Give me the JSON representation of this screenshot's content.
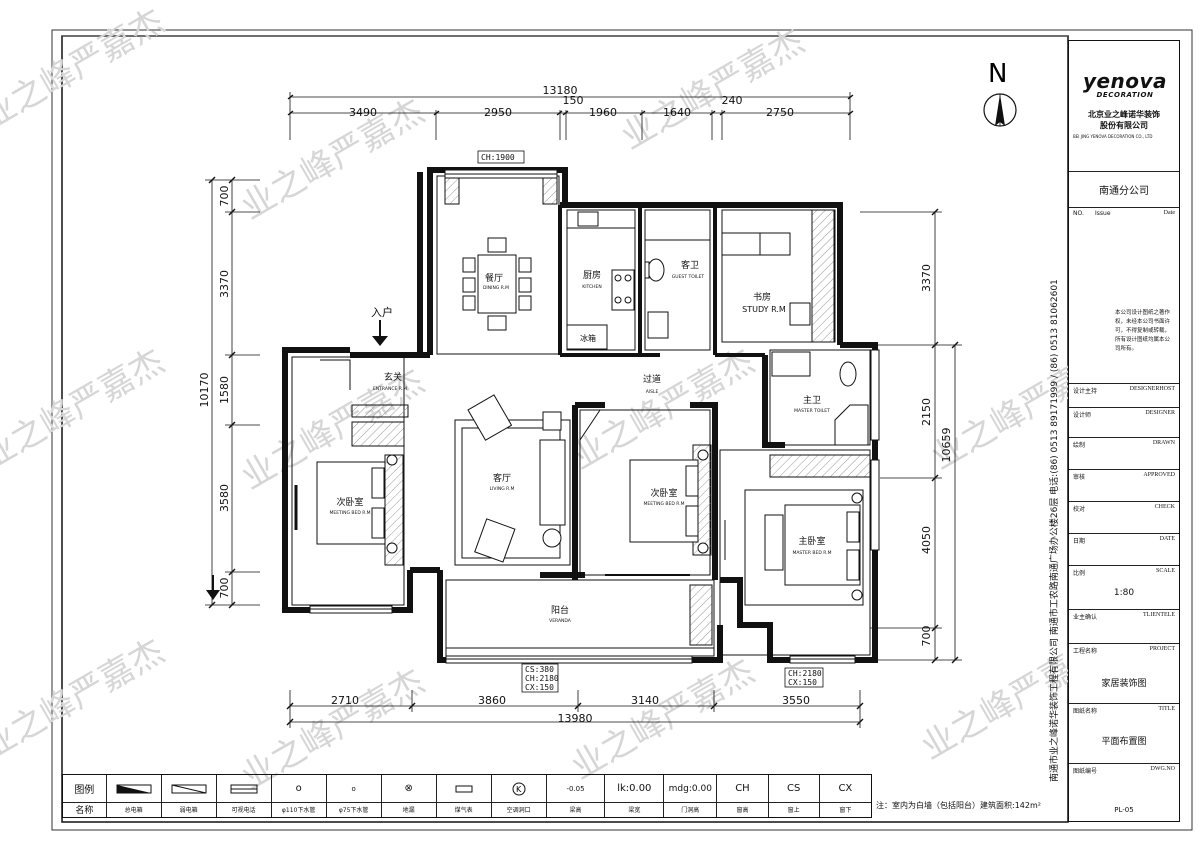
{
  "watermark": "业之峰严嘉杰",
  "north_label": "N",
  "dims_top": {
    "total": "13180",
    "segments": [
      "3490",
      "2950",
      "150",
      "1960",
      "1640",
      "240",
      "2750"
    ]
  },
  "dims_bottom": {
    "total": "13980",
    "segments": [
      "2710",
      "3860",
      "3140",
      "3550"
    ]
  },
  "dims_left": {
    "total": "10170",
    "segments": [
      "700",
      "3370",
      "1580",
      "3580",
      "700"
    ]
  },
  "dims_right": {
    "total": "10659",
    "segments": [
      "3370",
      "2150",
      "4050",
      "700"
    ]
  },
  "window_tags": {
    "top": "CH:1900",
    "balcony": [
      "CS:380",
      "CH:2180",
      "CX:150"
    ],
    "master": [
      "CH:2180",
      "CX:150"
    ]
  },
  "rooms": {
    "dining": {
      "cn": "餐厅",
      "en": "DINING R.M"
    },
    "kitchen": {
      "cn": "厨房",
      "en": "KITCHEN"
    },
    "fridge": "冰箱",
    "guest_toilet": {
      "cn": "客卫",
      "en": "GUEST TOILET"
    },
    "study": {
      "cn": "书房",
      "en": "STUDY R.M"
    },
    "entrance": {
      "cn": "玄关",
      "en": "ENTRANCE R.M"
    },
    "entry_arrow": "入户",
    "aisle": {
      "cn": "过道",
      "en": "AISLE"
    },
    "master_toilet": {
      "cn": "主卫",
      "en": "MASTER TOILET"
    },
    "living": {
      "cn": "客厅",
      "en": "LIVING R.M"
    },
    "bedroom_left": {
      "cn": "次卧室",
      "en": "MEETING BED R.M"
    },
    "bedroom_mid": {
      "cn": "次卧室",
      "en": "MEETING BED R.M"
    },
    "master_bedroom": {
      "cn": "主卧室",
      "en": "MASTER BED R.M"
    },
    "veranda": {
      "cn": "阳台",
      "en": "VERANDA"
    }
  },
  "legend": {
    "row1_label": "图例",
    "row2_label": "名称",
    "items": [
      {
        "symbol": "",
        "name": "总电箱"
      },
      {
        "symbol": "",
        "name": "弱电箱"
      },
      {
        "symbol": "",
        "name": "可视电话"
      },
      {
        "symbol": "o",
        "name": "φ110下水管"
      },
      {
        "symbol": "o",
        "name": "φ75下水管"
      },
      {
        "symbol": "⊗",
        "name": "地漏"
      },
      {
        "symbol": "",
        "name": "煤气表"
      },
      {
        "symbol": "K",
        "name": "空调洞口"
      },
      {
        "symbol": "-0.05",
        "name": "梁高"
      },
      {
        "symbol": "lk:0.00",
        "name": "梁宽"
      },
      {
        "symbol": "mdg:0.00",
        "name": "门洞高"
      },
      {
        "symbol": "CH",
        "name": "窗高"
      },
      {
        "symbol": "CS",
        "name": "窗上"
      },
      {
        "symbol": "CX",
        "name": "窗下"
      }
    ],
    "note": "注：室内为白墙（包括阳台）建筑面积:142m²"
  },
  "title_block": {
    "logo": "yenova",
    "logo_sub": "DECORATION",
    "company_cn": "北京业之峰诺华装饰",
    "company_cn2": "股份有限公司",
    "company_en": "BEI JING YENOVA DECORATION CO., LTD",
    "branch": "南通分公司",
    "rev_no": "NO.",
    "rev_issue": "Issue",
    "rev_date": "Date",
    "copyright": "本公司设计图纸之著作权，未经本公司书面许可，不得复制或转载，所有设计图纸均属本公司所有。",
    "vertical_text": "南通市业之峰诺华装饰工程有限公司 南通市工农路南通广场办公楼26层  电话:(86) 0513 89171999 / (86) 0513 81062601",
    "rows": [
      {
        "cn": "设计主持",
        "en": "DESIGNERHOST",
        "value": ""
      },
      {
        "cn": "设计师",
        "en": "DESIGNER",
        "value": ""
      },
      {
        "cn": "绘制",
        "en": "DRAWN",
        "value": ""
      },
      {
        "cn": "审核",
        "en": "APPROVED",
        "value": ""
      },
      {
        "cn": "校对",
        "en": "CHECK",
        "value": ""
      },
      {
        "cn": "日期",
        "en": "DATE",
        "value": ""
      },
      {
        "cn": "比例",
        "en": "SCALE",
        "value": "1:80"
      },
      {
        "cn": "业主确认",
        "en": "TLIENTELE",
        "value": ""
      },
      {
        "cn": "工程名称",
        "en": "PROJECT",
        "value": "家居装饰图"
      },
      {
        "cn": "图纸名称",
        "en": "TITLE",
        "value": "平面布置图"
      },
      {
        "cn": "图纸编号",
        "en": "DWG.NO",
        "value": "PL-05"
      }
    ]
  }
}
